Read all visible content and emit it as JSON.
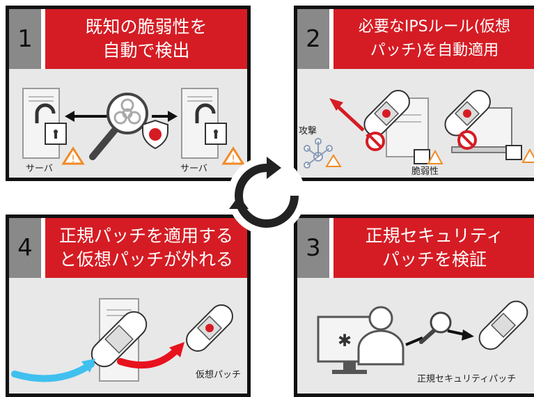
{
  "panels": [
    {
      "num": "1",
      "title_l1": "既知の脆弱性を",
      "title_l2": "自動で検出",
      "labels": {
        "server_left": "サーバ",
        "server_right": "サーバ"
      }
    },
    {
      "num": "2",
      "title_l1": "必要なIPSルール(仮想",
      "title_l2": "パッチ)を自動適用",
      "labels": {
        "attack": "攻撃",
        "vuln": "脆弱性"
      }
    },
    {
      "num": "3",
      "title_l1": "正規セキュリティ",
      "title_l2": "パッチを検証",
      "labels": {
        "patch": "正規セキュリティパッチ"
      }
    },
    {
      "num": "4",
      "title_l1": "正規パッチを適用する",
      "title_l2": "と仮想パッチが外れる",
      "labels": {
        "virtual": "仮想パッチ"
      }
    }
  ],
  "colors": {
    "accent": "#d51c24",
    "number_bg": "#898989",
    "warning": "#f08a24",
    "blue_arrow": "#3fc0ef"
  },
  "icons": [
    "server-icon",
    "lock-icon",
    "warning-icon",
    "magnifier-icon",
    "biohazard-icon",
    "shield-icon",
    "bandage-icon",
    "block-icon",
    "laptop-icon",
    "network-icon",
    "monitor-icon",
    "user-icon",
    "cycle-arrow-icon"
  ]
}
